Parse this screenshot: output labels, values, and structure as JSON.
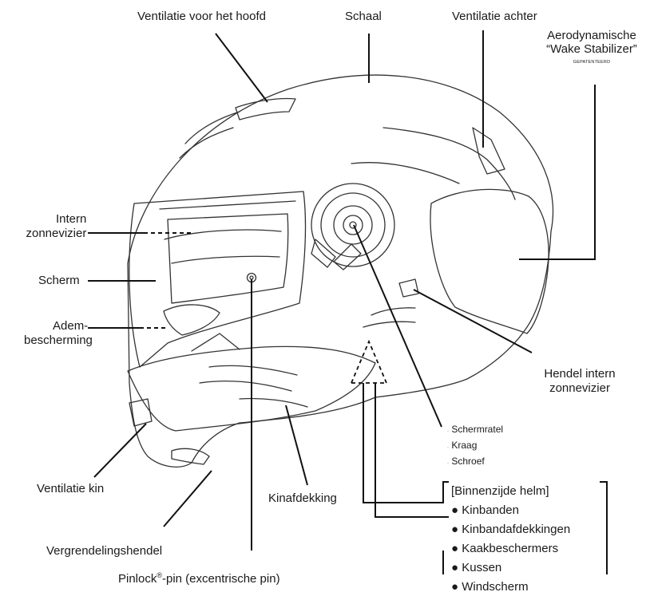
{
  "labels": {
    "vent_head": "Ventilatie voor het hoofd",
    "shell": "Schaal",
    "vent_rear": "Ventilatie achter",
    "aero_line1": "Aerodynamische",
    "aero_line2": "“Wake Stabilizer”",
    "aero_patent": "GEPATENTEERD",
    "sun_visor_line1": "Intern",
    "sun_visor_line2": "zonnevizier",
    "shield": "Scherm",
    "breath_line1": "Adem-",
    "breath_line2": "bescherming",
    "lever_line1": "Hendel intern",
    "lever_line2": "zonnevizier",
    "ratchet": "Schermratel",
    "collar": "Kraag",
    "screw": "Schroef",
    "chin_vent": "Ventilatie kin",
    "chin_cover": "Kinafdekking",
    "lock_lever": "Vergrendelingshendel",
    "pinlock_brand": "Pinlock",
    "pinlock_mark": "®",
    "pinlock_rest": "-pin (excentrische pin)"
  },
  "inside": {
    "title": "[Binnenzijde helm]",
    "items": [
      "Kinbanden",
      "Kinbandafdekkingen",
      "Kaakbeschermers",
      "Kussen",
      "Windscherm"
    ]
  },
  "colors": {
    "ink": "#1a1a1a",
    "line": "#222222"
  }
}
